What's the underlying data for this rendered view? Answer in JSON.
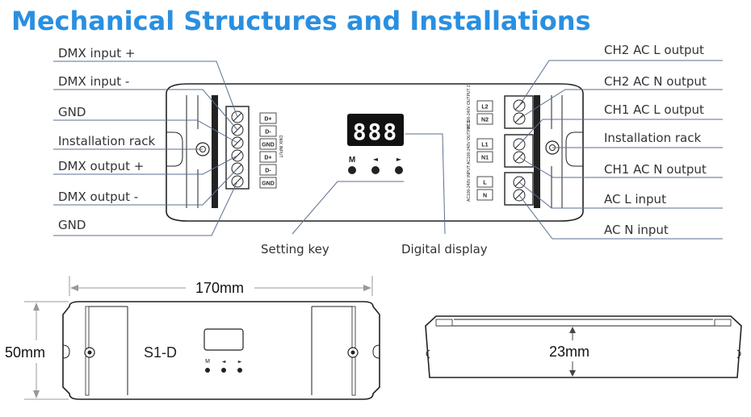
{
  "title": "Mechanical Structures and Installations",
  "colors": {
    "title": "#2a8fe0",
    "leader": "#5a6f8f",
    "display_bg": "#111111",
    "display_digit": "#ffffff"
  },
  "left_labels": [
    "DMX input +",
    "DMX input -",
    "GND",
    "Installation rack",
    "DMX output +",
    "DMX output -",
    "GND"
  ],
  "right_labels": [
    "CH2 AC L output",
    "CH2 AC N output",
    "CH1 AC L output",
    "Installation rack",
    "CH1 AC N output",
    "AC L input",
    "AC N input"
  ],
  "bottom_labels": {
    "setting_key": "Setting key",
    "digital_display": "Digital display"
  },
  "dmx_pins": [
    "D+",
    "D-",
    "GND",
    "D+",
    "D-",
    "GND"
  ],
  "dmx_port_text": "DMX INPUT",
  "output_groups": [
    {
      "pins": [
        "L2",
        "N2"
      ],
      "rating": "AC100-240V OUTPUT 2"
    },
    {
      "pins": [
        "L1",
        "N1"
      ],
      "rating": "AC100-240V OUTPUT 1"
    },
    {
      "pins": [
        "L",
        "N"
      ],
      "rating": "AC100-240V INPUT"
    }
  ],
  "display": {
    "digits": "888"
  },
  "keys": [
    "M",
    "◄",
    "►"
  ],
  "front_view": {
    "model": "S1-D",
    "width_dim": "170mm",
    "height_dim": "50mm"
  },
  "side_view": {
    "height_dim": "23mm"
  }
}
